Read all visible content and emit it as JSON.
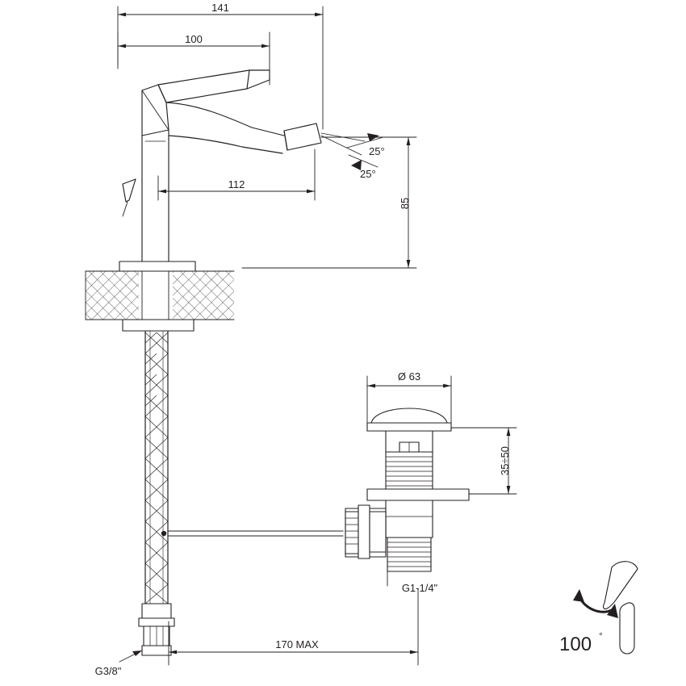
{
  "drawing": {
    "title": "bidet-mixer-technical-drawing",
    "line_color": "#231f20",
    "hatch_color": "#231f20",
    "background": "#ffffff",
    "dimensions": {
      "overall_reach": "141",
      "handle_offset": "100",
      "spout_reach": "112",
      "spout_height": "85",
      "angle_upper": "25°",
      "angle_lower": "25°",
      "waste_cap_diameter": "Ø 63",
      "waste_thickness_range": "35÷50",
      "waste_thread": "G1-1/4\"",
      "supply_thread": "G3/8\"",
      "hose_length_max": "170 MAX",
      "handle_rotation": "100",
      "handle_rotation_unit": "°"
    }
  }
}
